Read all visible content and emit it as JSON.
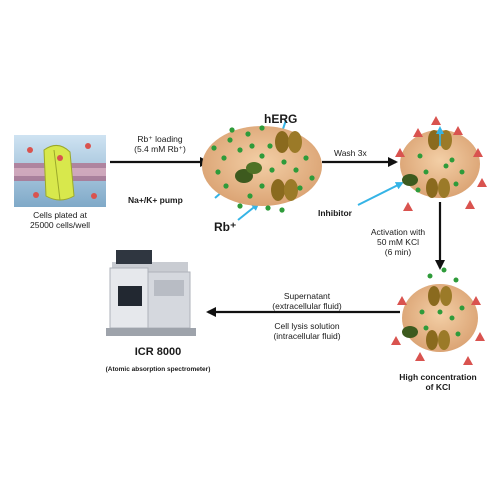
{
  "labels": {
    "cells_plated": "Cells plated at\n25000 cells/well",
    "rb_loading_title": "Rb⁺ loading",
    "rb_loading_conc": "(5.4 mM Rb⁺)",
    "pump": "Na+/K+ pump",
    "herg": "hERG",
    "rb_ion": "Rb⁺",
    "wash": "Wash 3x",
    "inhibitor": "Inhibitor",
    "activation_1": "Activation with",
    "activation_2": "50 mM KCl",
    "activation_3": "(6 min)",
    "supernatant_1": "Supernatant",
    "supernatant_2": "(extracellular fluid)",
    "lysis_1": "Cell lysis solution",
    "lysis_2": "(intracellular fluid)",
    "high_kcl_1": "High concentration",
    "high_kcl_2": "of KCl",
    "instrument_name": "ICR 8000",
    "instrument_type": "(Atomic absorption spectrometer)"
  },
  "colors": {
    "cell_fill": "#e8b88a",
    "rb_dot": "#2e9b3a",
    "k_triangle": "#d9534f",
    "channel": "#8a6a1e",
    "pump": "#3d5a1e",
    "pointer": "#35b4e6",
    "arrow": "#111111"
  }
}
